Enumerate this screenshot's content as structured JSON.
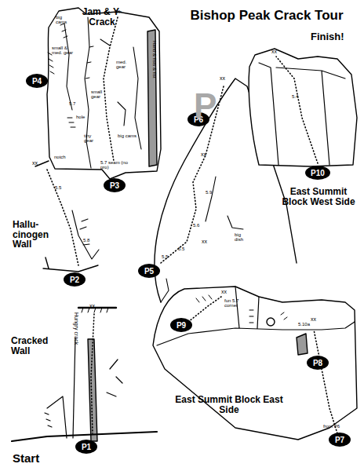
{
  "diagram": {
    "title": "Bishop Peak Crack Tour",
    "nodes": [
      {
        "text": [
          "P1"
        ]
      },
      {
        "text": [
          "P2"
        ]
      },
      {
        "text": [
          "P3"
        ]
      },
      {
        "text": [
          "P4"
        ]
      },
      {
        "text": [
          "P5"
        ]
      },
      {
        "text": [
          "P6"
        ]
      },
      {
        "text": [
          "P7"
        ]
      },
      {
        "text": [
          "P8"
        ]
      },
      {
        "text": [
          "P9"
        ]
      },
      {
        "text": [
          "P10"
        ]
      }
    ],
    "labels": [
      "Jam & Y- Crack",
      "Finish!",
      "Hallu- cinogen Wall",
      "Cracked Wall",
      "Start",
      "East Summit Block West Side",
      "East Summit Block East Side",
      "P",
      "xx",
      "big cams",
      "small & med. gear",
      "med. gear",
      "small gear",
      "5.7",
      "hole",
      "tiny gear",
      "big cams",
      "notch",
      "5.7 seam (no pro)",
      "Hand & fists & fist",
      "xx",
      "5.5",
      "5.8",
      "xx",
      "Hungry crack",
      "xx",
      "xx",
      "5.9",
      "5.6",
      "big dish",
      "5.5",
      "xx",
      "5.5",
      "xx",
      "5.4",
      "xx",
      "fun 5.7 corner",
      "5.10a",
      "from P6",
      "xx"
    ]
  }
}
